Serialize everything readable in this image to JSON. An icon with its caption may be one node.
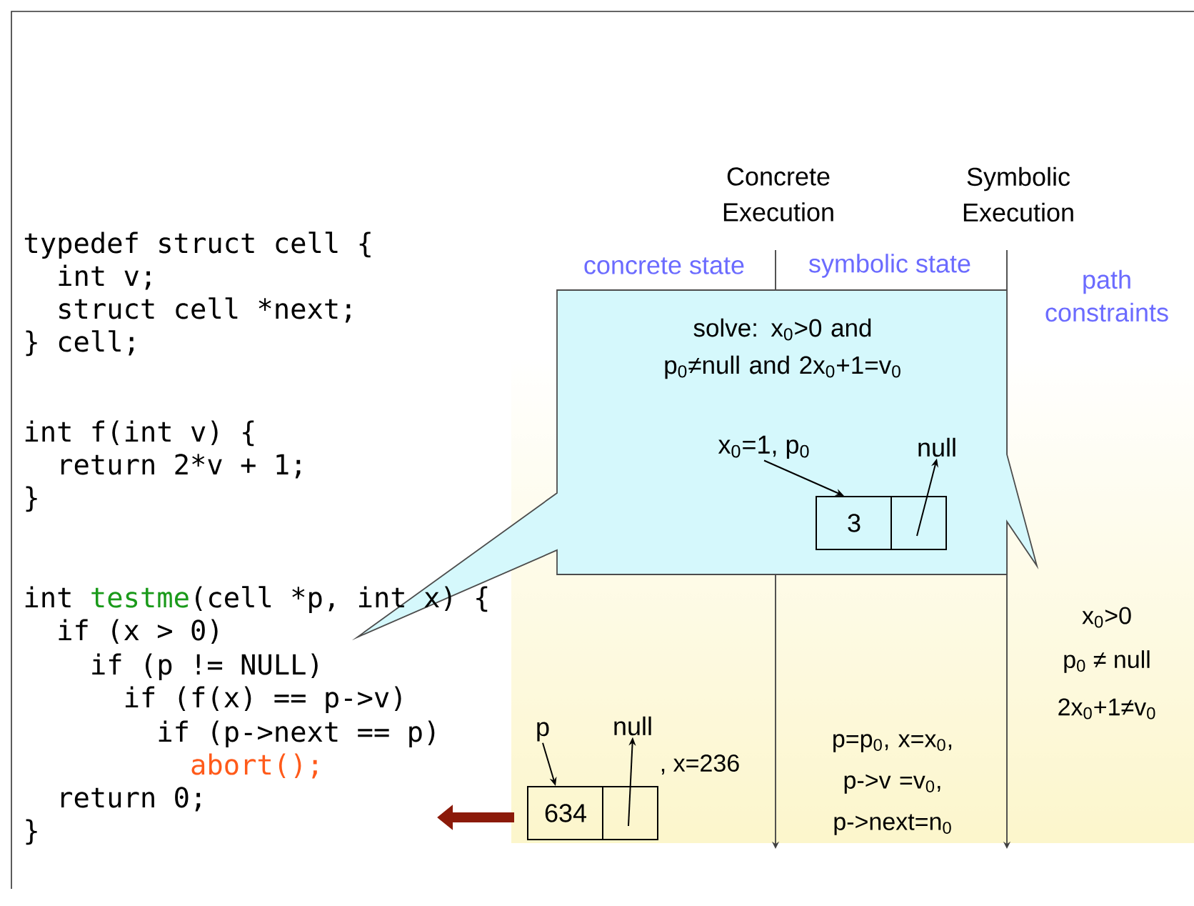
{
  "diagram": {
    "nodes": [
      {
        "text": [
          "solve: x$_{0}$>0 and p$_{0}$≠null and 2x$_{0}$+1=v$_{0}$"
        ]
      },
      {
        "text": [
          "x$_{0}$=1, p$_{0}$"
        ],
        "in": 0
      },
      {
        "text": [
          "3"
        ],
        "in": 0
      },
      {
        "text": [
          "null"
        ],
        "in": 0
      },
      {
        "text": [
          "p"
        ]
      },
      {
        "text": [
          "634"
        ]
      },
      {
        "text": [
          "null"
        ]
      }
    ],
    "edges": [
      {
        "from": 1,
        "to": 2,
        "arrow": "to"
      },
      {
        "from": 2,
        "to": 3,
        "arrow": "to"
      },
      {
        "from": 4,
        "to": 5,
        "arrow": "to"
      },
      {
        "from": 5,
        "to": 6,
        "arrow": "to"
      }
    ],
    "labels": [
      "typedef struct cell {",
      "int v;",
      "struct cell *next;",
      "} cell;",
      "int f(int v) {",
      "return 2*v + 1;",
      "}",
      "int",
      "testme",
      "(cell *p, int x) {",
      "if (x > 0)",
      "if (p != NULL)",
      "if (f(x) == p->v)",
      "if (p->next == p)",
      "abort();",
      "return 0;",
      "}",
      "Concrete Execution",
      "Symbolic Execution",
      "concrete state",
      "symbolic state",
      "path constraints",
      ", x=236",
      "p=p$_{0}$, x=x$_{0}$, p->v =v$_{0}$, p->next=n$_{0}$",
      "x$_{0}$>0",
      "p$_{0}$ ≠ null",
      "2x$_{0}$+1≠v$_{0}$"
    ]
  }
}
